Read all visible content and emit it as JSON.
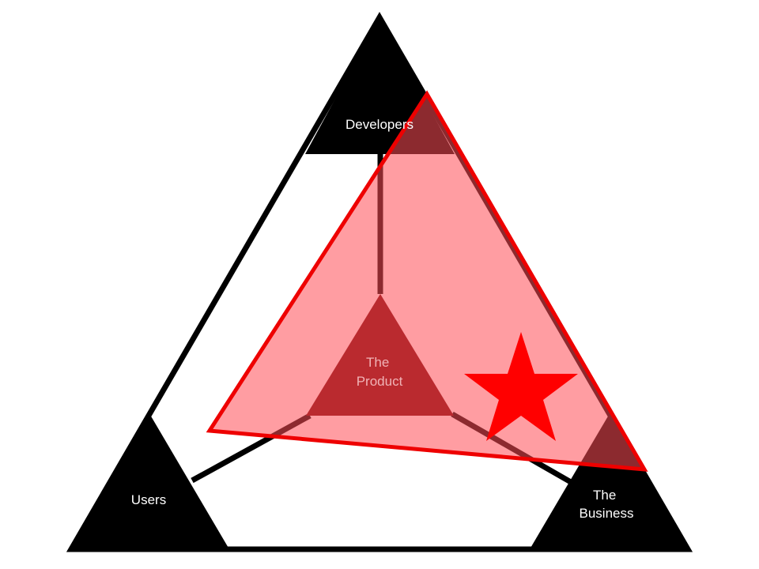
{
  "diagram": {
    "nodes": {
      "developers": {
        "lines": [
          "Developers"
        ]
      },
      "users": {
        "lines": [
          "Users"
        ]
      },
      "business": {
        "lines": [
          "The",
          "Business"
        ]
      },
      "product": {
        "lines": [
          "The",
          "Product"
        ]
      }
    },
    "colors": {
      "corner_fill": "#000000",
      "center_fill": "#670000",
      "overlay_fill": "#ff4d55",
      "overlay_stroke": "#ee0000",
      "star_fill": "#ff0000",
      "label_on_dark": "#ffffff",
      "label_on_product": "#f0b3b6",
      "background": "#ffffff"
    },
    "marker": {
      "shape": "star",
      "icon": "star-icon"
    }
  }
}
